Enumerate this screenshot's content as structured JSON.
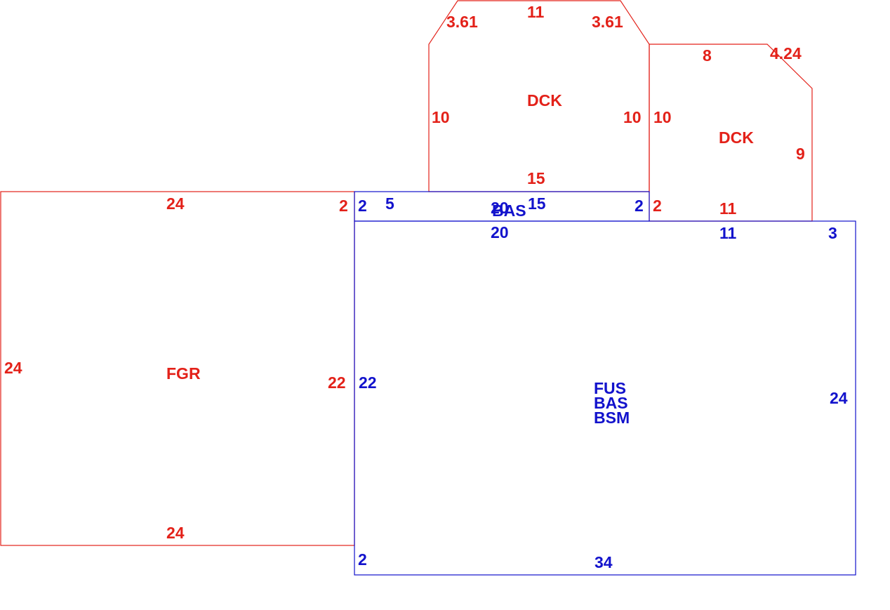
{
  "colors": {
    "red": "#e32119",
    "blue": "#1212cc",
    "background": "#ffffff"
  },
  "areas": {
    "fgr": {
      "label": "FGR",
      "top": "24",
      "left": "24",
      "right": "22",
      "right_small": "2",
      "bottom": "24"
    },
    "dck_left": {
      "label": "DCK",
      "top": "11",
      "chamfer_left": "3.61",
      "chamfer_right": "3.61",
      "left": "10",
      "right": "10",
      "bottom": "15"
    },
    "dck_right": {
      "label": "DCK",
      "left": "10",
      "top": "8",
      "chamfer": "4.24",
      "right": "9",
      "left_small": "2",
      "bottom": "11"
    },
    "bas_strip": {
      "label": "BAS",
      "left": "2",
      "right": "2",
      "step": "5",
      "top": "15",
      "overlap": "20",
      "bottom": "20"
    },
    "main": {
      "label_1": "FUS",
      "label_2": "BAS",
      "label_3": "BSM",
      "left": "22",
      "top_right": "11",
      "corner": "3",
      "right": "24",
      "bottom": "34",
      "bottom_left": "2"
    }
  }
}
